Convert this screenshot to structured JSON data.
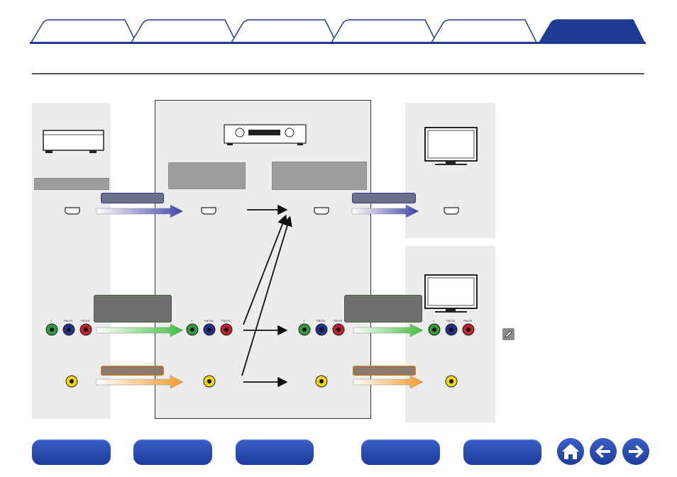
{
  "tabs": [
    {
      "label": "",
      "active": false
    },
    {
      "label": "",
      "active": false
    },
    {
      "label": "",
      "active": false
    },
    {
      "label": "",
      "active": false
    },
    {
      "label": "",
      "active": false
    },
    {
      "label": "",
      "active": true
    }
  ],
  "colors": {
    "brand": "#1f3a93",
    "hdmi_arrow": "#3e44a8",
    "component_arrow": "#3ebd3e",
    "composite_arrow": "#f39a2b",
    "panel_bg": "#ececec"
  },
  "diagram": {
    "component_labels": {
      "y": "Y",
      "pb": "PB/CB",
      "pr": "PR/CR"
    },
    "icons": [
      "source-device-icon",
      "av-receiver-icon",
      "tv-icon",
      "tv-icon",
      "hdmi-jack-icon",
      "component-jack-icon",
      "composite-jack-icon",
      "memo-icon"
    ]
  },
  "footer": {
    "buttons": [
      {
        "label": ""
      },
      {
        "label": ""
      },
      {
        "label": ""
      },
      {
        "label": ""
      },
      {
        "label": ""
      }
    ],
    "home_icon": "home-icon",
    "back_icon": "arrow-left-icon",
    "forward_icon": "arrow-right-icon"
  }
}
